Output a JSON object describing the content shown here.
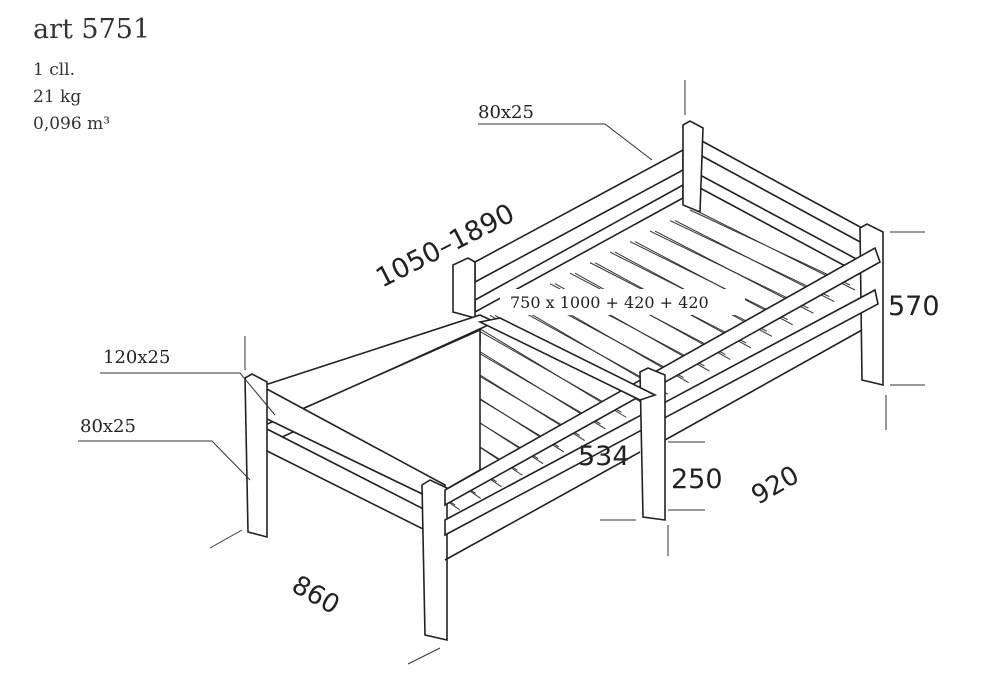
{
  "product": {
    "title": "art 5751",
    "packages": "1 cll.",
    "weight": "21 kg",
    "volume": "0,096 m³"
  },
  "labels": {
    "top_rail": "80x25",
    "head_rail": "120x25",
    "lower_rail": "80x25",
    "mattress": "750 x 1000 + 420 + 420"
  },
  "dimensions": {
    "length": "1050–1890",
    "height": "570",
    "inner_height": "534",
    "clearance": "250",
    "width_right": "920",
    "width_left": "860"
  }
}
